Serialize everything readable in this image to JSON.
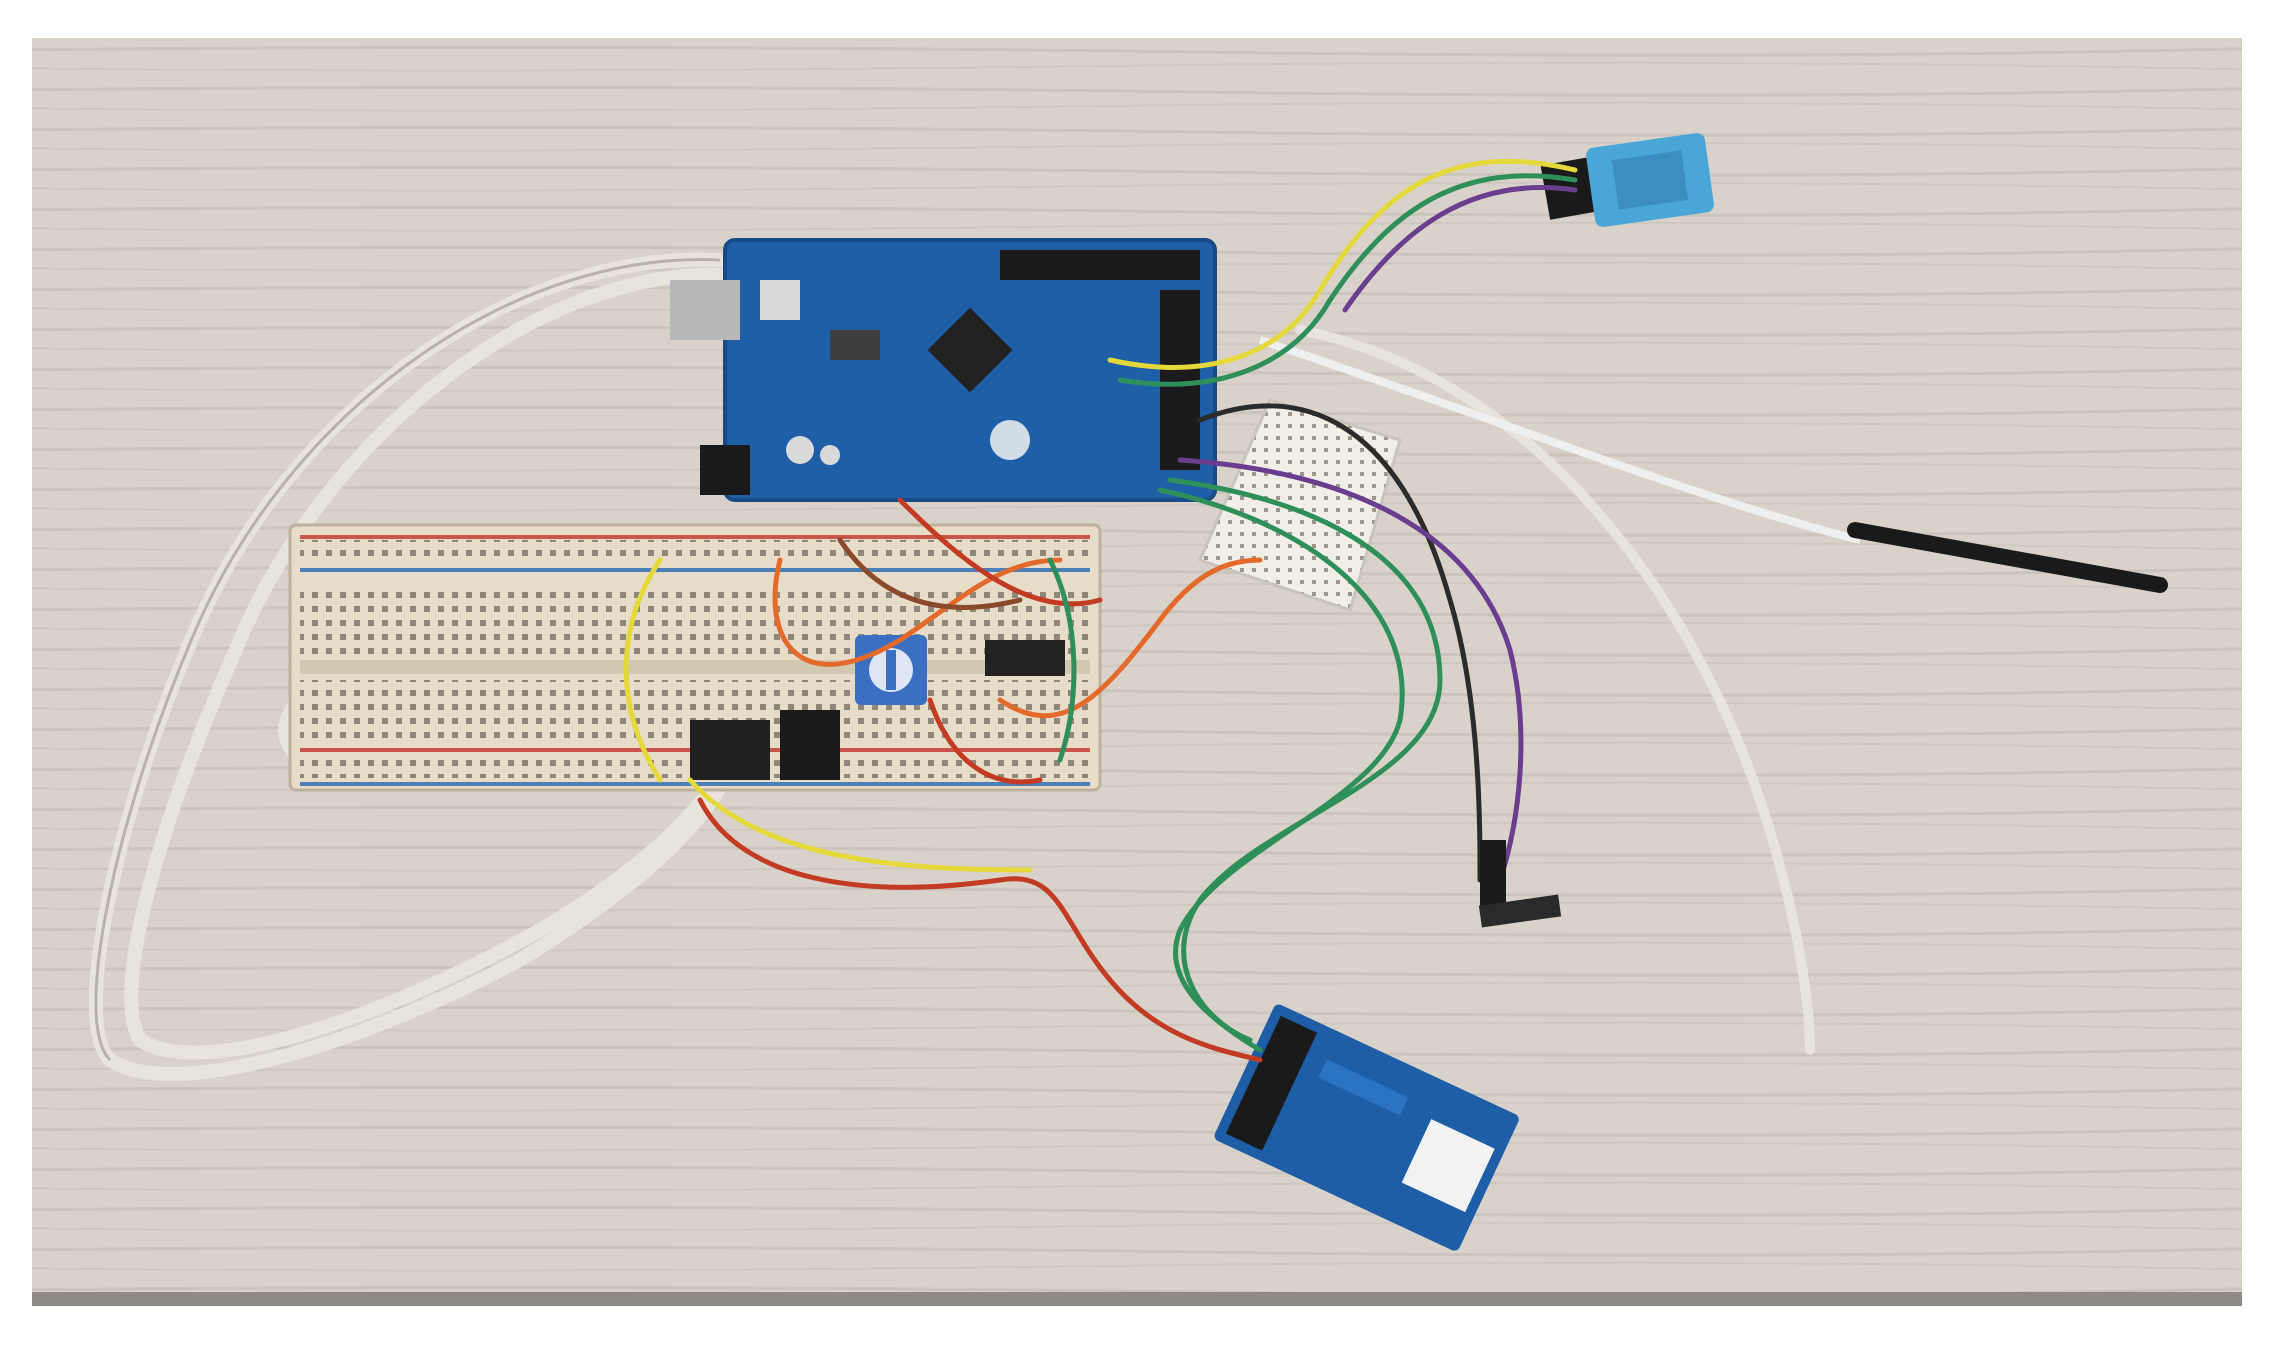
{
  "scene": {
    "subject": "",
    "colors": {
      "background": "#ffffff",
      "table": "#d8d2cb",
      "table_grain": "#c9c2ba",
      "table_shadow": "#8f8a84",
      "board_blue": "#1f5fa8",
      "board_blue_dark": "#174a86",
      "breadboard": "#e6dcc8",
      "breadboard_rail_red": "#c9544a",
      "breadboard_rail_blue": "#4a7fb8",
      "sensor_blue": "#4aa6d6",
      "module_blue": "#1d5ea6",
      "tube": "#e8e3dc",
      "wire_yellow": "#e5d83a",
      "wire_green": "#2f8f5b",
      "wire_purple": "#6a3d8f",
      "wire_orange": "#e36a2a",
      "wire_red": "#c23b22",
      "wire_black": "#222222",
      "wire_white": "#efefef",
      "wire_brown": "#8a4a2a"
    },
    "objects": [
      {
        "name": "arduino-board",
        "icon": "microcontroller-board"
      },
      {
        "name": "breadboard-large",
        "icon": "breadboard"
      },
      {
        "name": "breadboard-mini",
        "icon": "breadboard"
      },
      {
        "name": "temp-humidity-sensor",
        "icon": "sensor"
      },
      {
        "name": "soil-moisture-module",
        "icon": "sensor-module"
      },
      {
        "name": "temperature-probe",
        "icon": "probe"
      },
      {
        "name": "silicone-tube",
        "icon": "tube"
      },
      {
        "name": "potentiometer",
        "icon": "knob"
      },
      {
        "name": "relay-module",
        "icon": "chip"
      }
    ]
  }
}
